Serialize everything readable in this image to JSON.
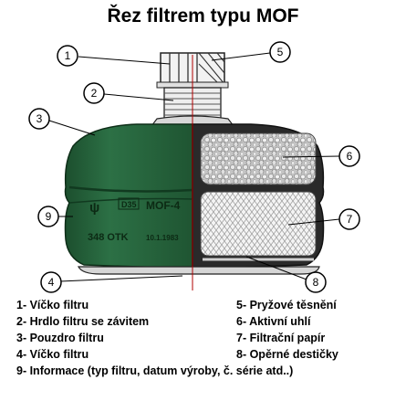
{
  "title": "Řez filtrem typu MOF",
  "callouts": [
    "1",
    "2",
    "3",
    "4",
    "5",
    "6",
    "7",
    "8",
    "9"
  ],
  "filter_markings": {
    "model": "MOF-4",
    "code": "D35",
    "line1": "348 OTK",
    "date": "10.1.1983"
  },
  "legend": [
    "1- Víčko filtru",
    "2- Hrdlo filtru se závitem",
    "3- Pouzdro filtru",
    "4- Víčko filtru",
    "5- Pryžové těsnění",
    "6- Aktivní uhlí",
    "7- Filtrační papír",
    "8- Opěrné destičky",
    "9- Informace (typ filtru, datum výroby, č. série atd..)"
  ],
  "colors": {
    "body_green": "#24603a",
    "dark_green": "#0f3a1f",
    "carbon_gray": "#b9b9b9",
    "paper_white": "#ececec"
  }
}
